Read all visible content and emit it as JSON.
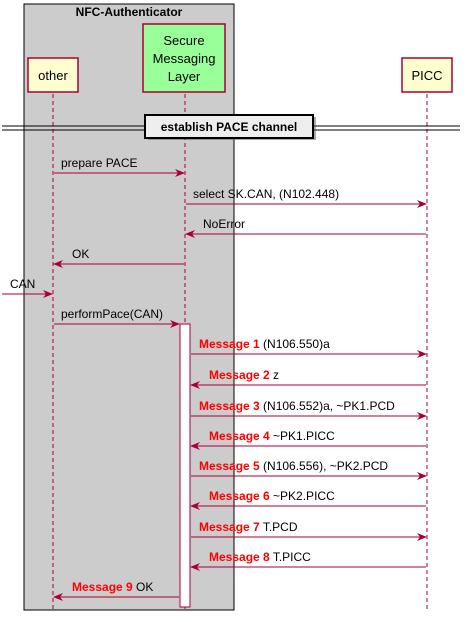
{
  "group": {
    "title": "NFC-Authenticator"
  },
  "participants": {
    "other": {
      "label": "other"
    },
    "sml": {
      "lines": [
        "Secure",
        "Messaging",
        "Layer"
      ]
    },
    "picc": {
      "label": "PICC"
    }
  },
  "divider": {
    "label": "establish PACE channel"
  },
  "messages": [
    {
      "id": "prepare-pace",
      "prefix": "",
      "text": "prepare PACE"
    },
    {
      "id": "select-sk-can",
      "prefix": "",
      "text": "select SK.CAN, (N102.448)"
    },
    {
      "id": "noerror",
      "prefix": "",
      "text": "NoError"
    },
    {
      "id": "ok-1",
      "prefix": "",
      "text": "OK"
    },
    {
      "id": "can",
      "prefix": "",
      "text": "CAN"
    },
    {
      "id": "perform-pace",
      "prefix": "",
      "text": "performPace(CAN)"
    },
    {
      "id": "msg1",
      "prefix": "Message 1",
      "text": " (N106.550)a"
    },
    {
      "id": "msg2",
      "prefix": "Message 2",
      "text": " z"
    },
    {
      "id": "msg3",
      "prefix": "Message 3",
      "text": " (N106.552)a, ~PK1.PCD"
    },
    {
      "id": "msg4",
      "prefix": "Message 4",
      "text": " ~PK1.PICC"
    },
    {
      "id": "msg5",
      "prefix": "Message 5",
      "text": " (N106.556), ~PK2.PCD"
    },
    {
      "id": "msg6",
      "prefix": "Message 6",
      "text": " ~PK2.PICC"
    },
    {
      "id": "msg7",
      "prefix": "Message 7",
      "text": " T.PCD"
    },
    {
      "id": "msg8",
      "prefix": "Message 8",
      "text": " T.PICC"
    },
    {
      "id": "msg9",
      "prefix": "Message 9",
      "text": " OK"
    }
  ],
  "colors": {
    "group_fill": "#cccccc",
    "participant_fill": "#fefece",
    "participant_stroke": "#a80036",
    "sml_fill": "#99ff99",
    "arrow": "#a80036",
    "highlight": "#ff0000",
    "lifeline": "#a80036"
  }
}
